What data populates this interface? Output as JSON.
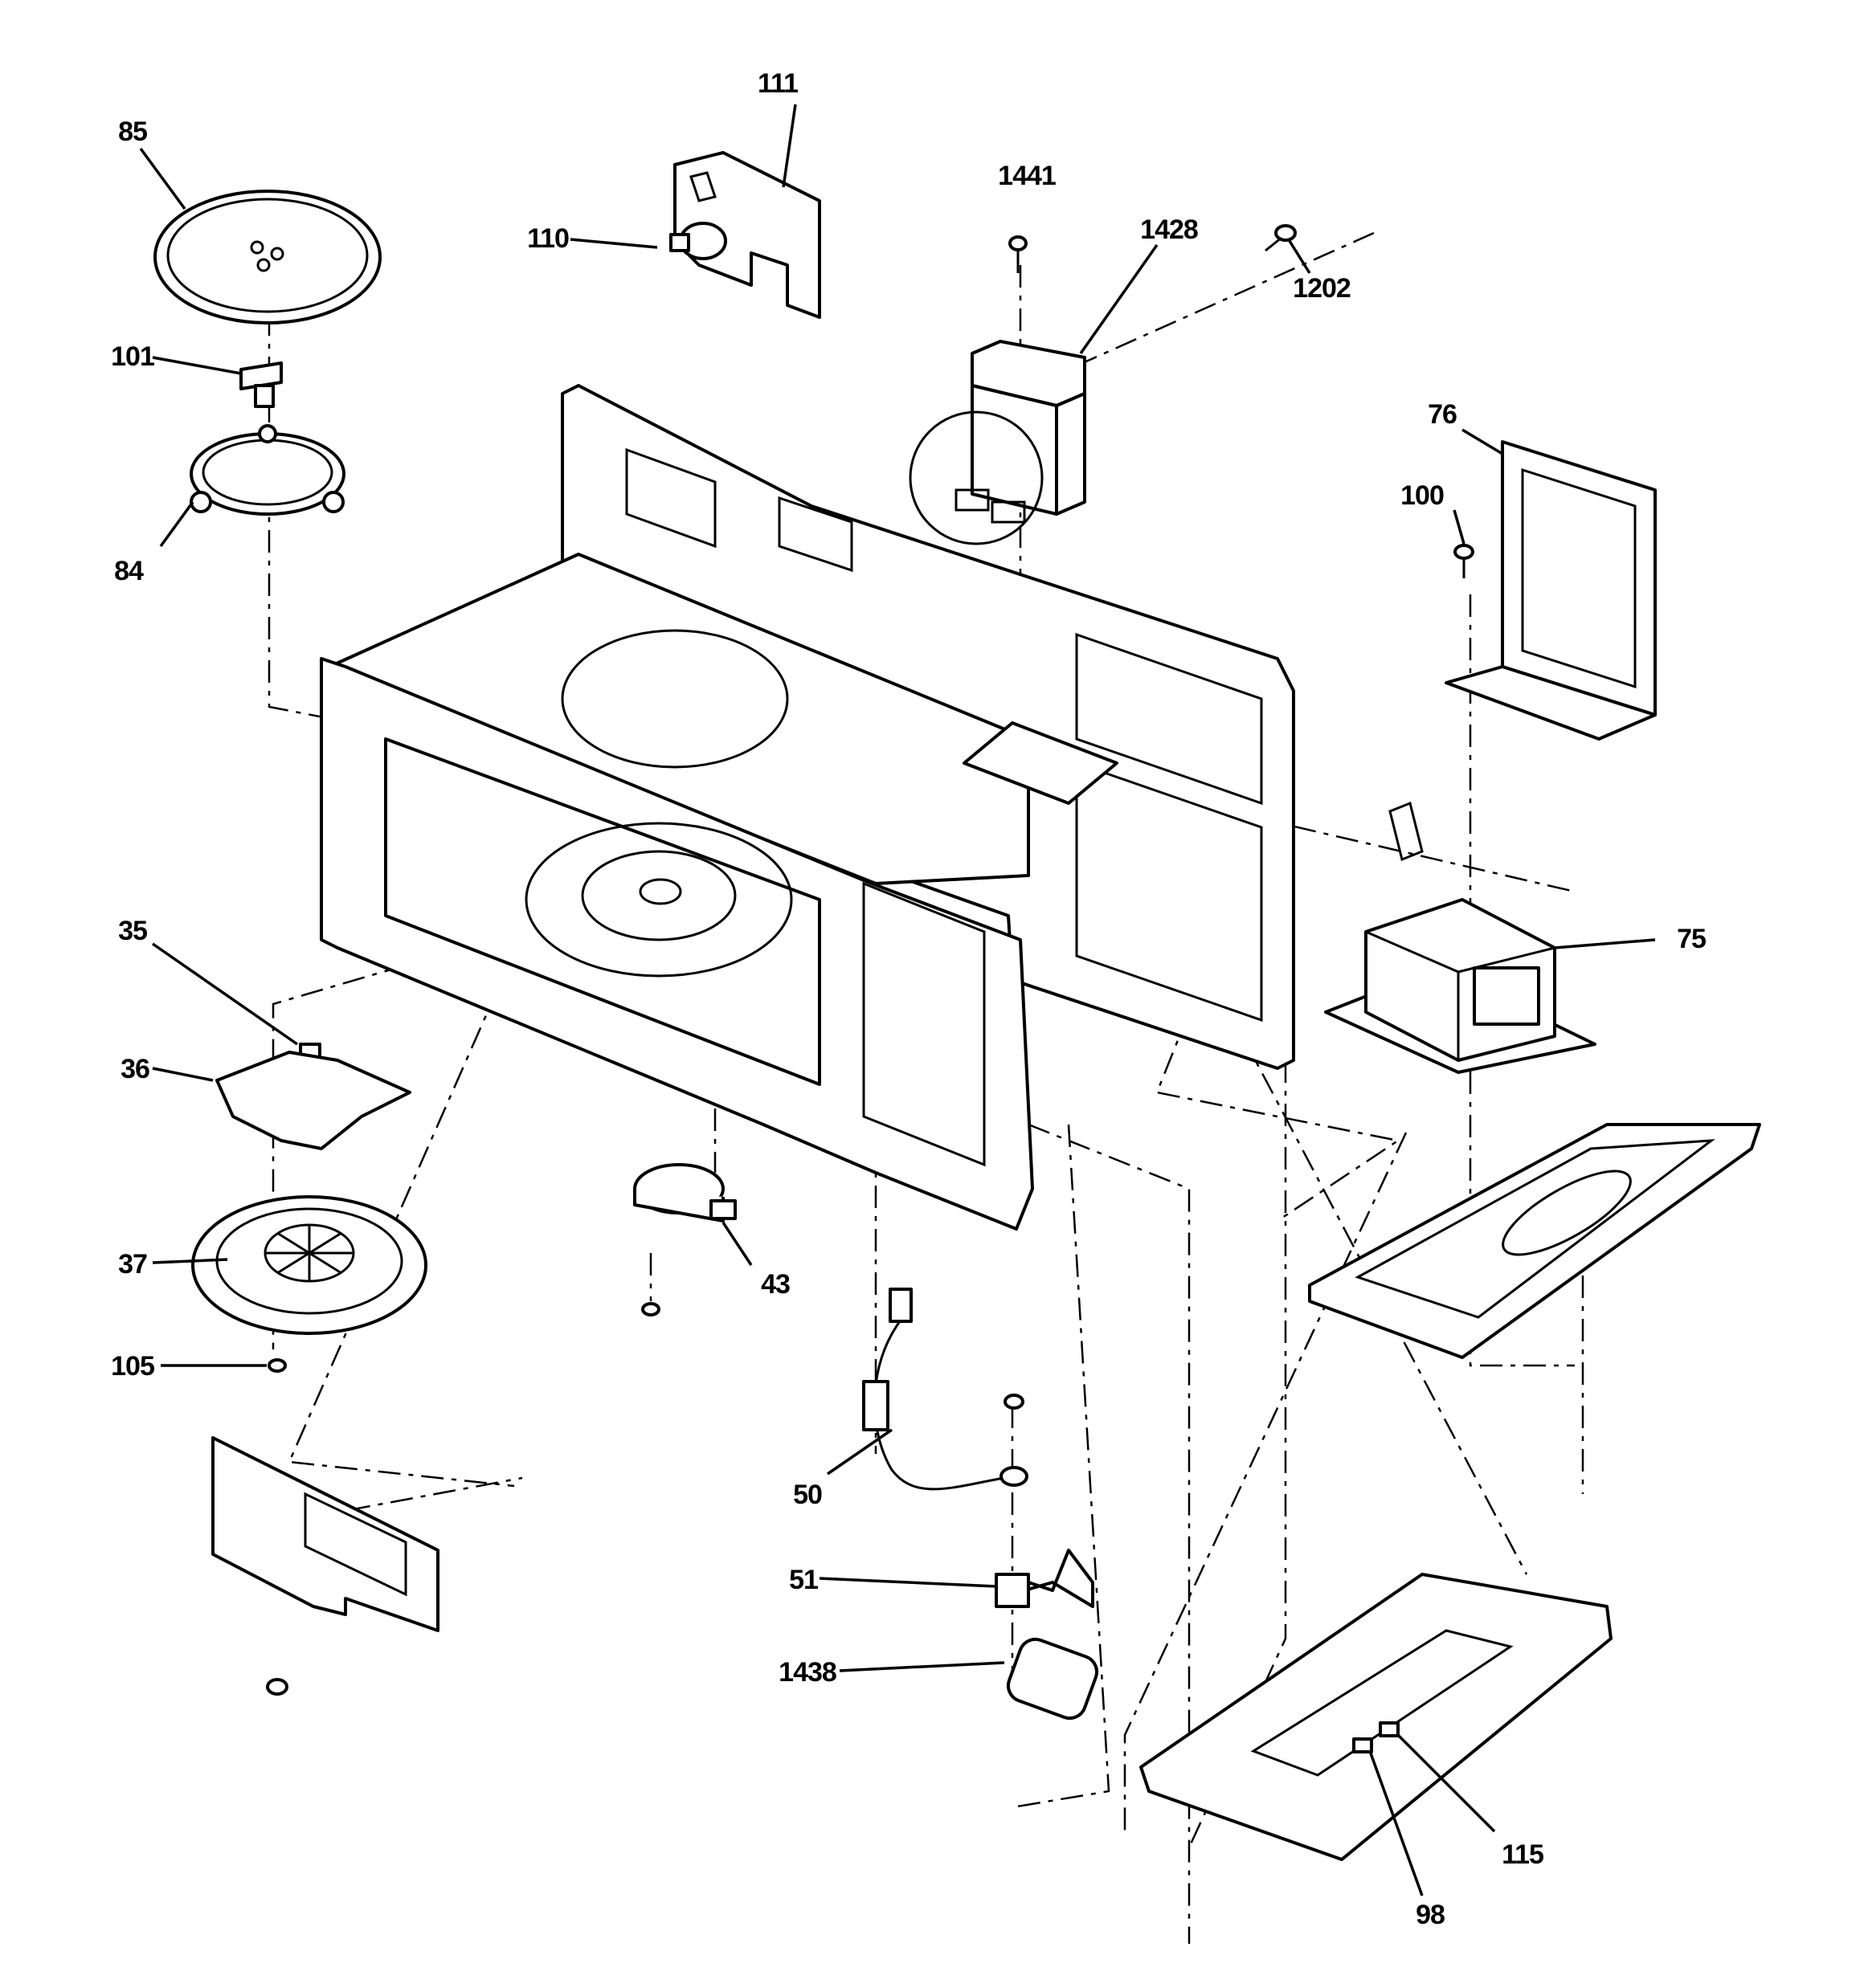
{
  "callouts": {
    "c111": "111",
    "c85": "85",
    "c1441": "1441",
    "c1428": "1428",
    "c110": "110",
    "c1202": "1202",
    "c101": "101",
    "c76": "76",
    "c100": "100",
    "c84": "84",
    "c75": "75",
    "c35": "35",
    "c36": "36",
    "c37": "37",
    "c43": "43",
    "c105": "105",
    "c50": "50",
    "c51": "51",
    "c1438": "1438",
    "c115": "115",
    "c98": "98"
  }
}
